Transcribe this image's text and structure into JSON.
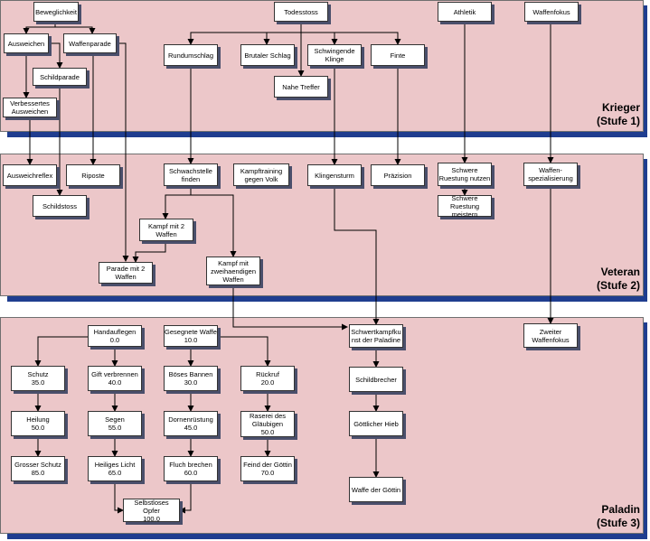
{
  "bands": {
    "krieger": {
      "name": "Krieger",
      "stage": "(Stufe 1)"
    },
    "veteran": {
      "name": "Veteran",
      "stage": "(Stufe 2)"
    },
    "paladin": {
      "name": "Paladin",
      "stage": "(Stufe 3)"
    }
  },
  "nodes": {
    "beweglichkeit": "Beweglichkeit",
    "todesstoss": "Todesstoss",
    "athletik": "Athletik",
    "waffenfokus": "Waffenfokus",
    "ausweichen": "Ausweichen",
    "waffenparade": "Waffenparade",
    "schildparade": "Schildparade",
    "verbessertes_ausweichen": "Verbessertes\nAusweichen",
    "rundumschlag": "Rundumschlag",
    "brutaler_schlag": "Brutaler Schlag",
    "schwingende_klinge": "Schwingende\nKlinge",
    "finte": "Finte",
    "nahe_treffer": "Nahe Treffer",
    "ausweichreflex": "Ausweichreflex",
    "riposte": "Riposte",
    "schildstoss": "Schildstoss",
    "schwachstelle_finden": "Schwachstelle\nfinden",
    "kampftraining": "Kampftraining\ngegen Volk",
    "klingensturm": "Klingensturm",
    "praezision": "Präzision",
    "schwere_ruestung_nutzen": "Schwere\nRuestung nutzen",
    "schwere_ruestung_meistern": "Schwere\nRuestung\nmeistern",
    "waffenspezialisierung": "Waffen-\nspezialisierung",
    "kampf_mit_2_waffen": "Kampf mit 2\nWaffen",
    "parade_mit_2_waffen": "Parade mit 2\nWaffen",
    "kampf_zweihaendig": "Kampf mit\nzweihaendigen\nWaffen",
    "handauflegen": "Handauflegen\n0.0",
    "gesegnete_waffe": "Gesegnete Waffe\n10.0",
    "schwertkampfkunst": "Schwertkampfku\nnst der Paladine",
    "zweiter_waffenfokus": "Zweiter\nWaffenfokus",
    "schutz": "Schutz\n35.0",
    "gift_verbrennen": "Gift verbrennen\n40.0",
    "boeses_bannen": "Böses Bannen\n30.0",
    "rueckruf": "Rückruf\n20.0",
    "schildbrecher": "Schildbrecher",
    "heilung": "Heilung\n50.0",
    "segen": "Segen\n55.0",
    "dornenruestung": "Dornenrüstung\n45.0",
    "raserei": "Raserei des\nGläubigen\n50.0",
    "goettlicher_hieb": "Göttlicher Hieb",
    "grosser_schutz": "Grosser Schutz\n85.0",
    "heiliges_licht": "Heiliges Licht\n65.0",
    "fluch_brechen": "Fluch brechen\n60.0",
    "feind_der_goettin": "Feind der Göttin\n70.0",
    "waffe_der_goettin": "Waffe der Göttin",
    "selbstloses_opfer": "Selbstloses\nOpfer\n100.0"
  }
}
